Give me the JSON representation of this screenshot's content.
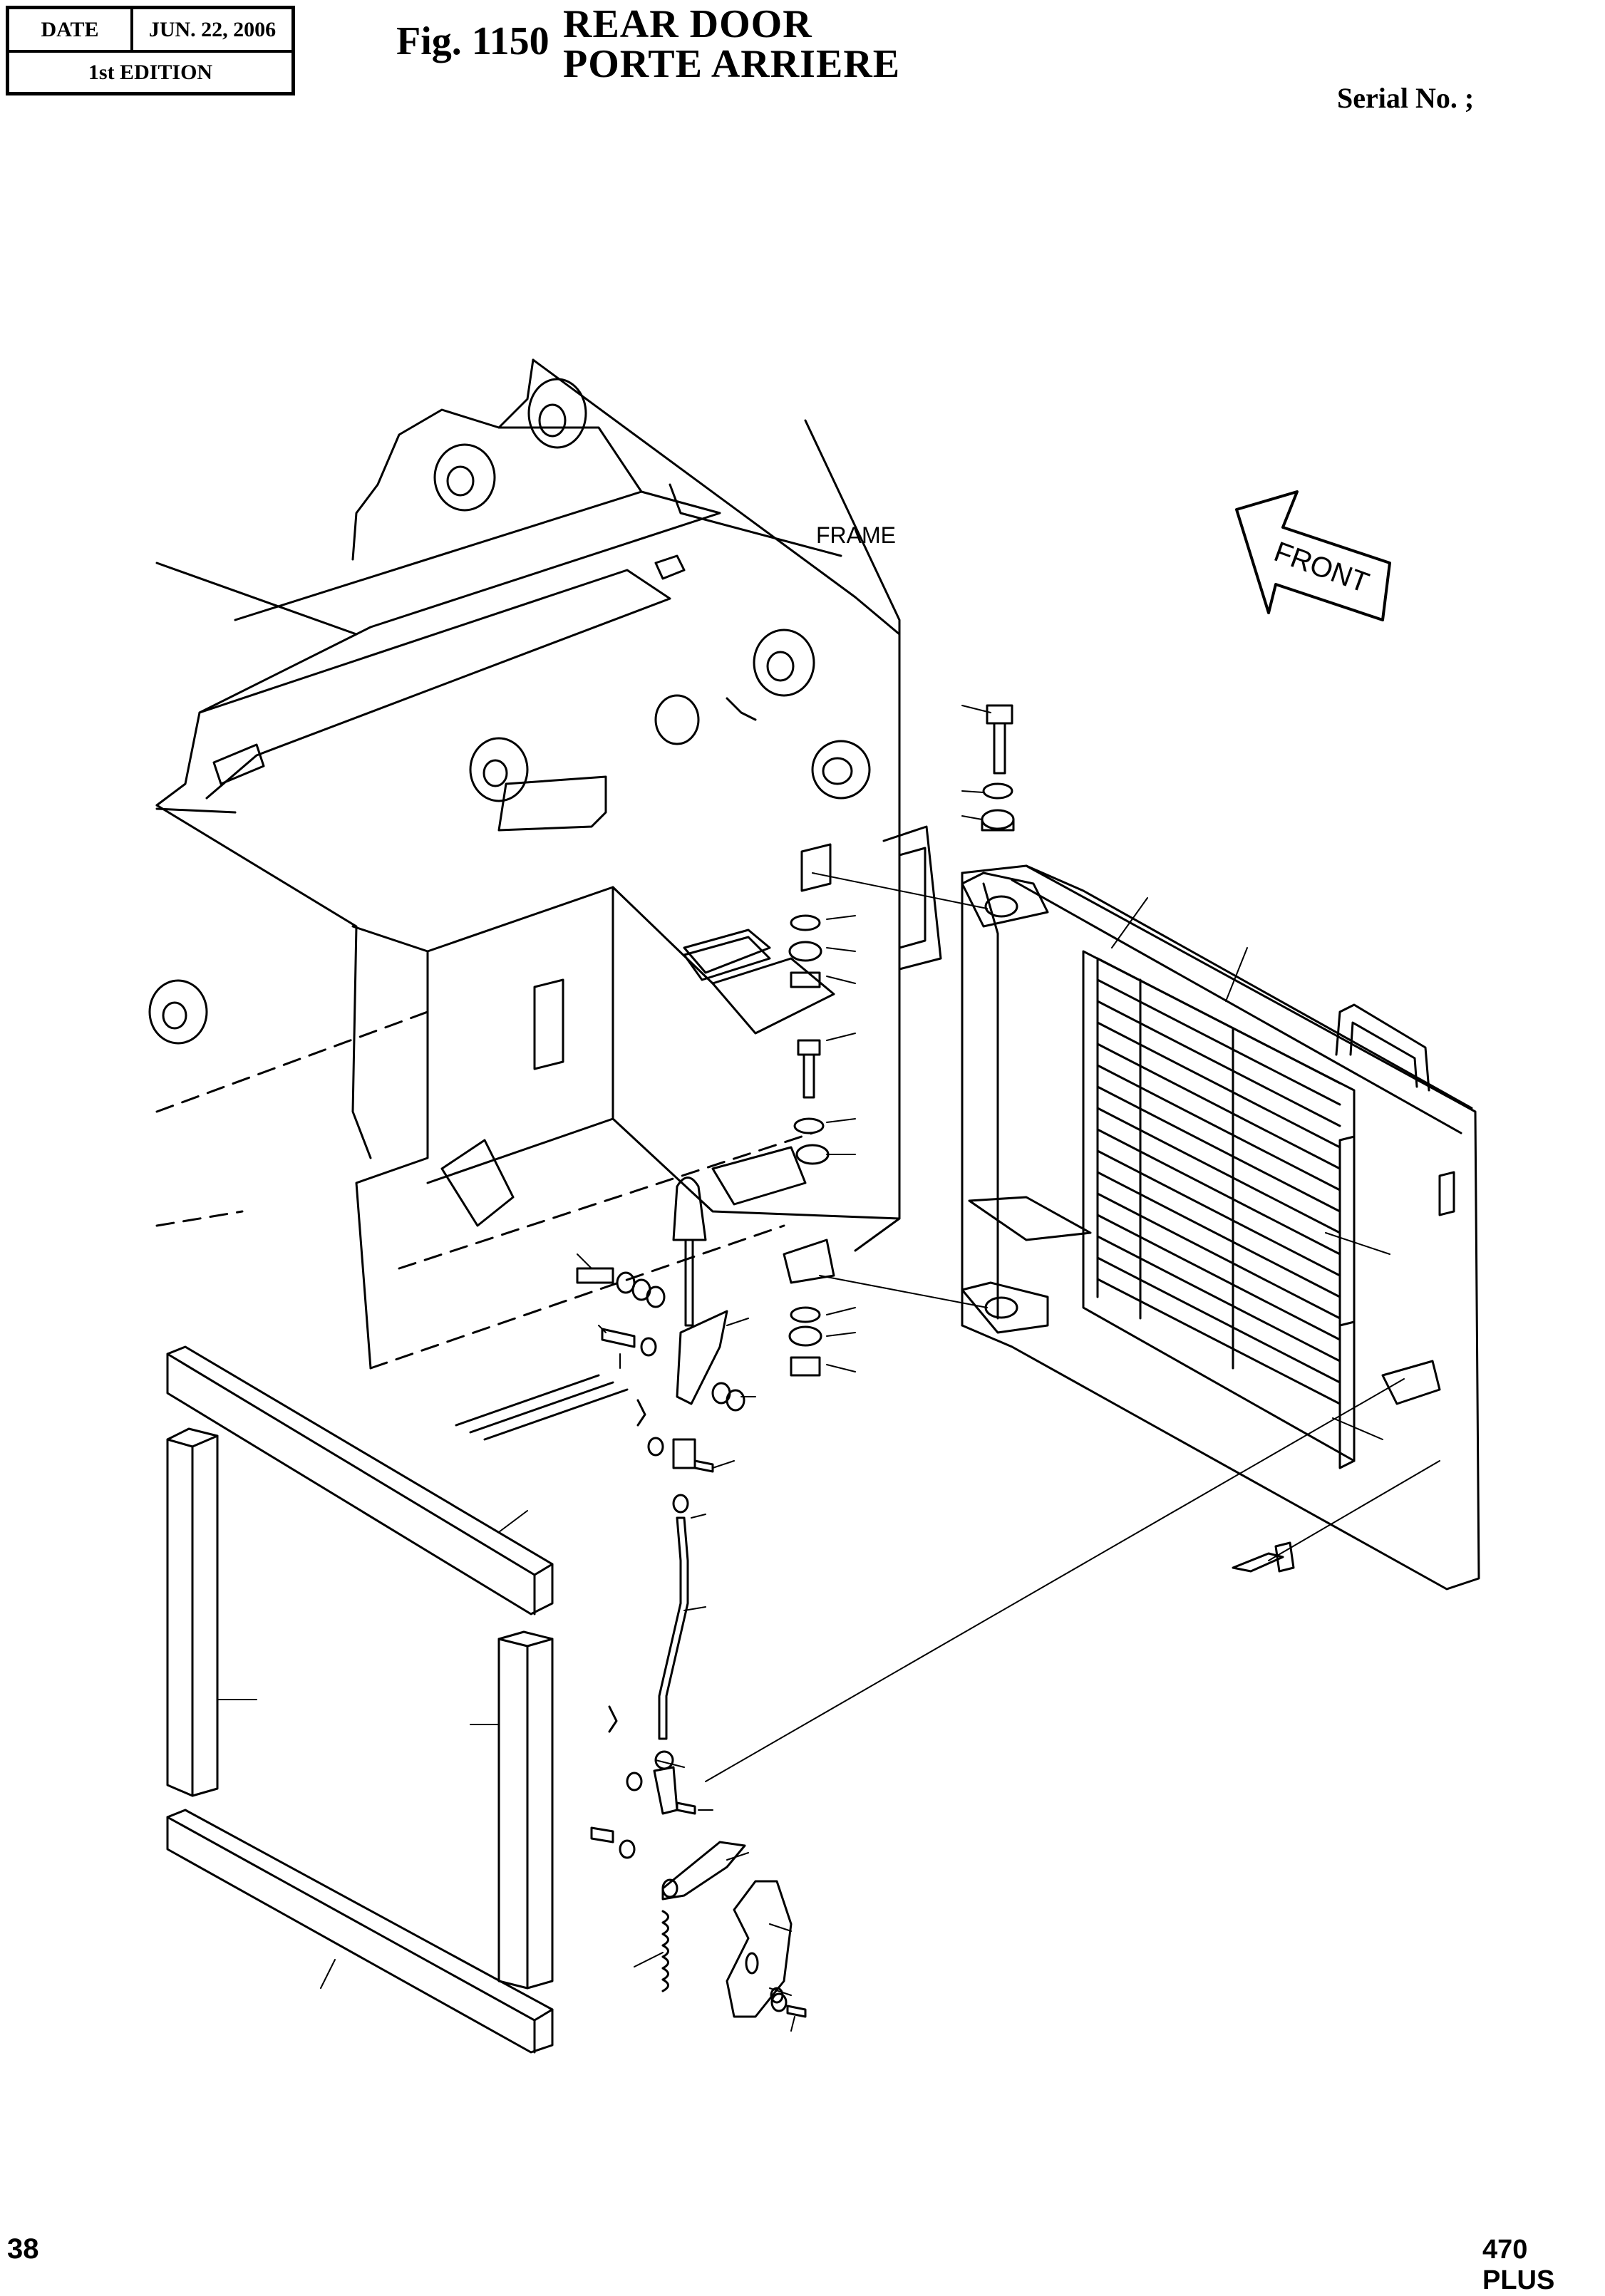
{
  "header": {
    "date_label": "DATE",
    "date_value": "JUN. 22, 2006",
    "edition": "1st EDITION",
    "fig_no": "Fig. 1150",
    "title_en": "REAR DOOR",
    "title_fr": "PORTE  ARRIERE",
    "serial": "Serial No. ;"
  },
  "diagram": {
    "frame_label": "FRAME",
    "front_label": "FRONT"
  },
  "footer": {
    "page": "38",
    "model": "470 PLUS"
  }
}
